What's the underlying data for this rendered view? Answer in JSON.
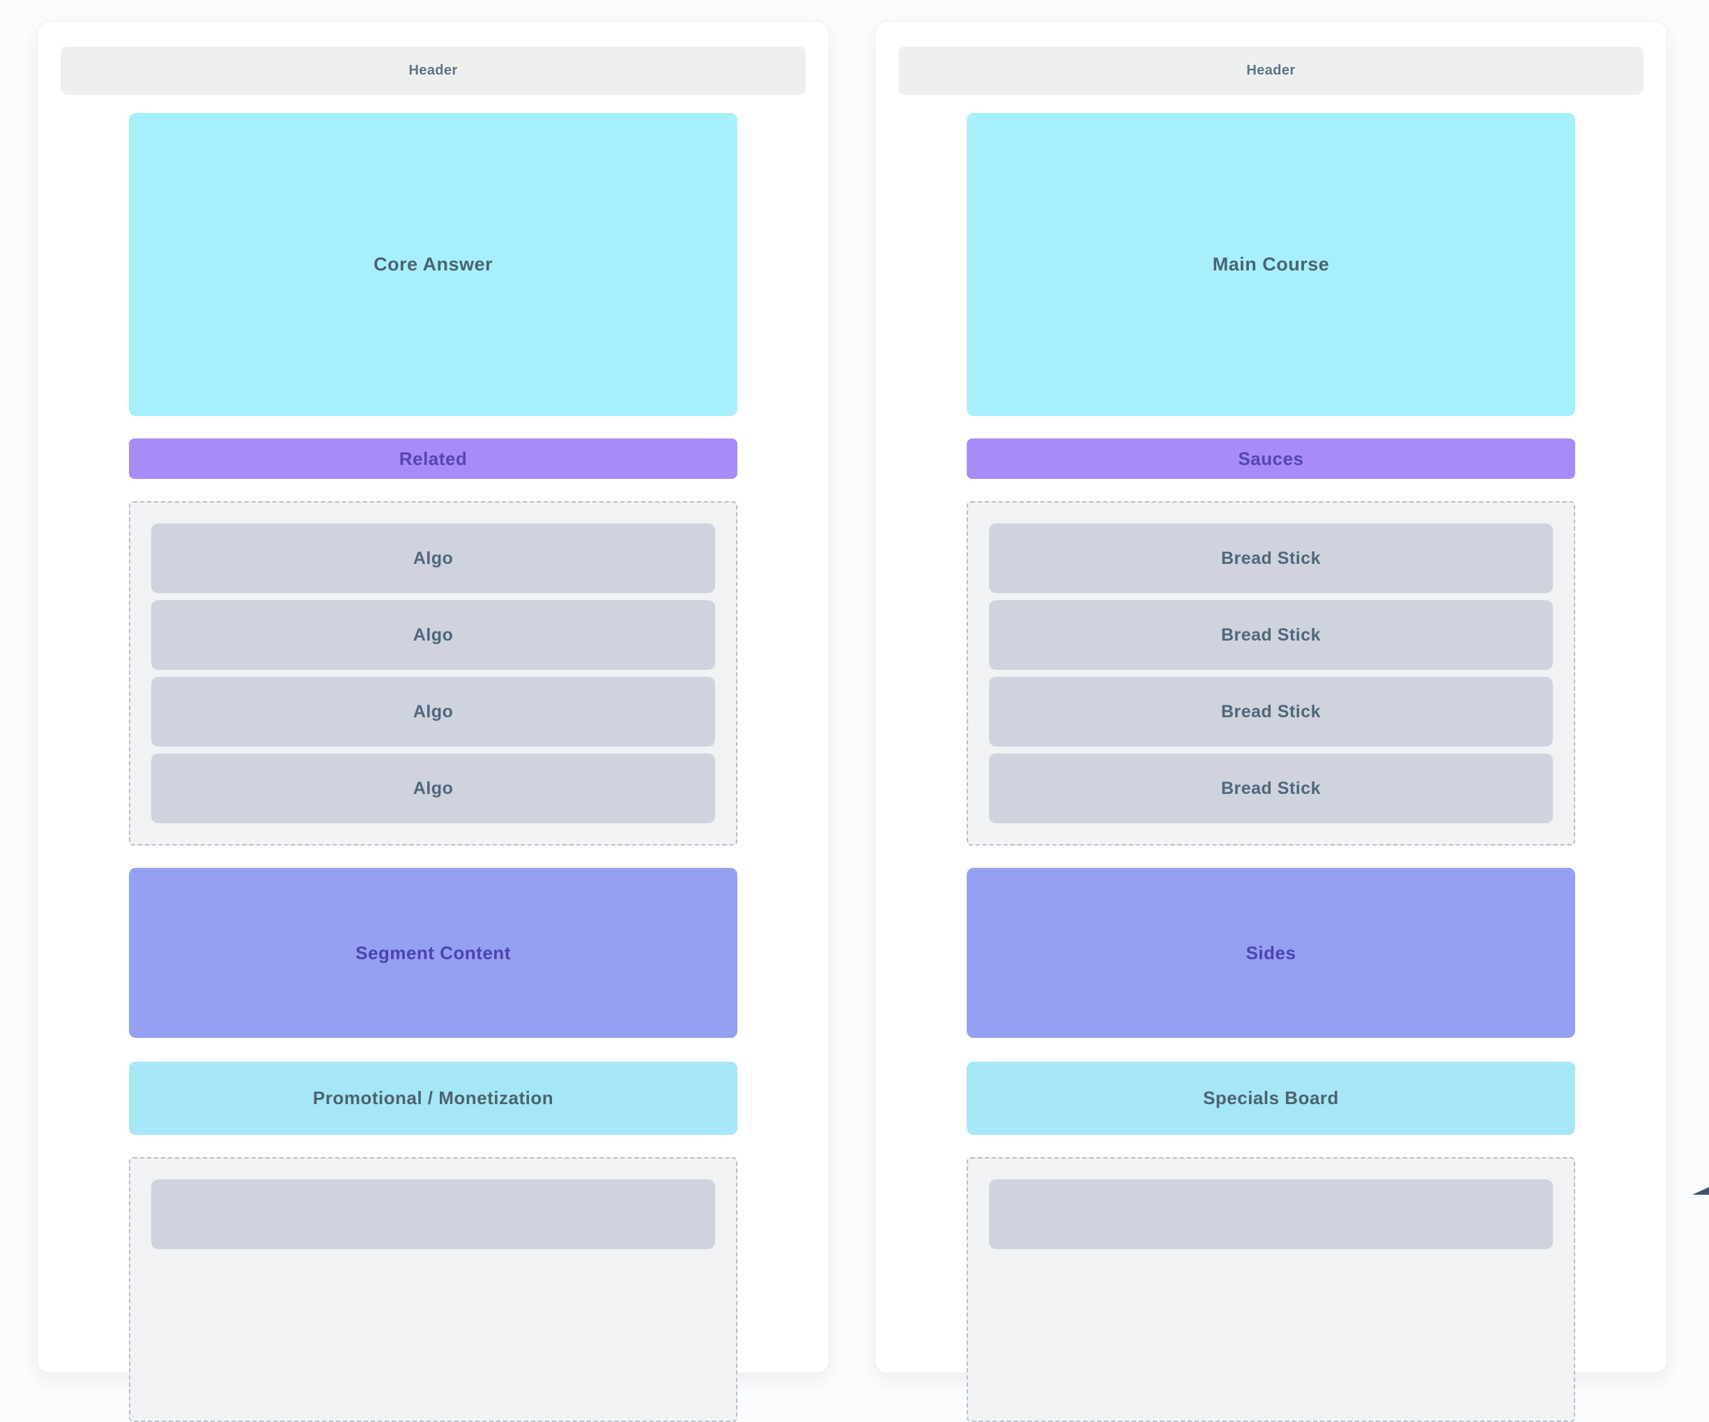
{
  "page": {
    "background": "#fbfcfd",
    "card_background": "#ffffff"
  },
  "colors": {
    "header_bar_bg": "#eef0f0",
    "hero_bg": "#a7f0fb",
    "band_bg": "#a78bf7",
    "list_container_bg": "#f0f2f4",
    "list_container_border": "#b9bfc7",
    "list_item_bg": "#cfd3dd",
    "segment_bg": "#95a0f2",
    "promo_bg": "#a5e7f6",
    "slate_text": "#4d6271",
    "violet_text": "#5546b0",
    "indigo_text": "#4a44af",
    "cursor_tip": "#3f566b"
  },
  "cards": [
    {
      "header": "Header",
      "hero": "Core Answer",
      "band": "Related",
      "list_items": [
        "Algo",
        "Algo",
        "Algo",
        "Algo"
      ],
      "segment": "Segment Content",
      "promo": "Promotional / Monetization"
    },
    {
      "header": "Header",
      "hero": "Main Course",
      "band": "Sauces",
      "list_items": [
        "Bread Stick",
        "Bread Stick",
        "Bread Stick",
        "Bread Stick"
      ],
      "segment": "Sides",
      "promo": "Specials Board"
    }
  ]
}
